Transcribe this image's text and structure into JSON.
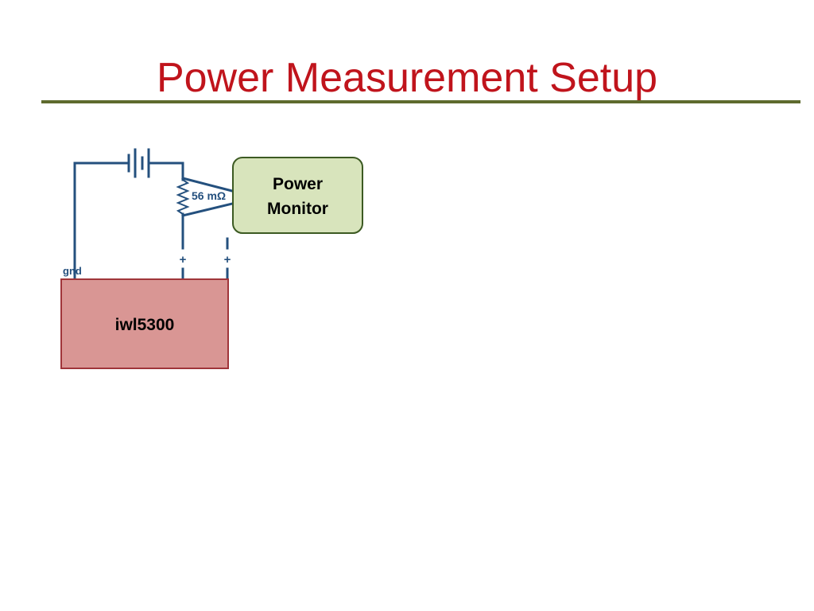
{
  "slide": {
    "title": "Power Measurement Setup"
  },
  "diagram": {
    "power_monitor": {
      "line1": "Power",
      "line2": "Monitor",
      "fill": "#D8E4BC",
      "stroke": "#3C5A22"
    },
    "device": {
      "label": "iwl5300",
      "fill": "#D99694",
      "stroke": "#A0353A"
    },
    "resistor": {
      "label": "56 mΩ"
    },
    "labels": {
      "gnd": "gnd",
      "plus_left": "+",
      "plus_right": "+"
    },
    "wire_color": "#24507E",
    "title_color": "#C0141C",
    "rule_color": "#5E6B2E"
  }
}
